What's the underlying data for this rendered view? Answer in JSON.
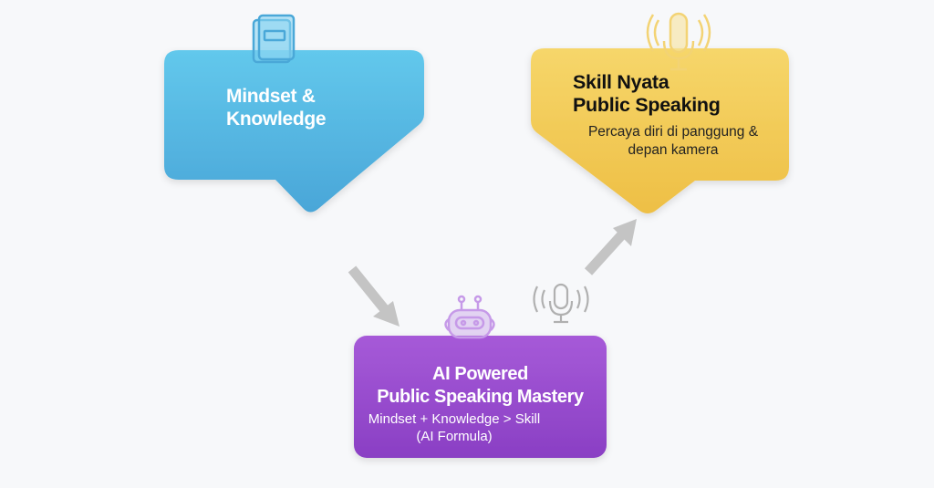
{
  "nodes": {
    "mindset": {
      "title_line1": "Mindset &",
      "title_line2": "Knowledge",
      "icon": "book-icon",
      "color": "#5bbfe6"
    },
    "skill": {
      "title_line1": "Skill Nyata",
      "title_line2": "Public Speaking",
      "subtitle_line1": "Percaya diri di panggung &",
      "subtitle_line2": "depan kamera",
      "icon": "microphone-icon",
      "color": "#f2cb55"
    },
    "ai": {
      "title_line1": "AI Powered",
      "title_line2": "Public Speaking Mastery",
      "subtitle_line1": "Mindset + Knowledge > Skill",
      "subtitle_line2": "(AI Formula)",
      "icon": "robot-icon",
      "color": "#9b4fd1"
    }
  },
  "arrows": [
    {
      "from": "mindset",
      "to": "ai"
    },
    {
      "from": "ai",
      "to": "skill"
    }
  ]
}
